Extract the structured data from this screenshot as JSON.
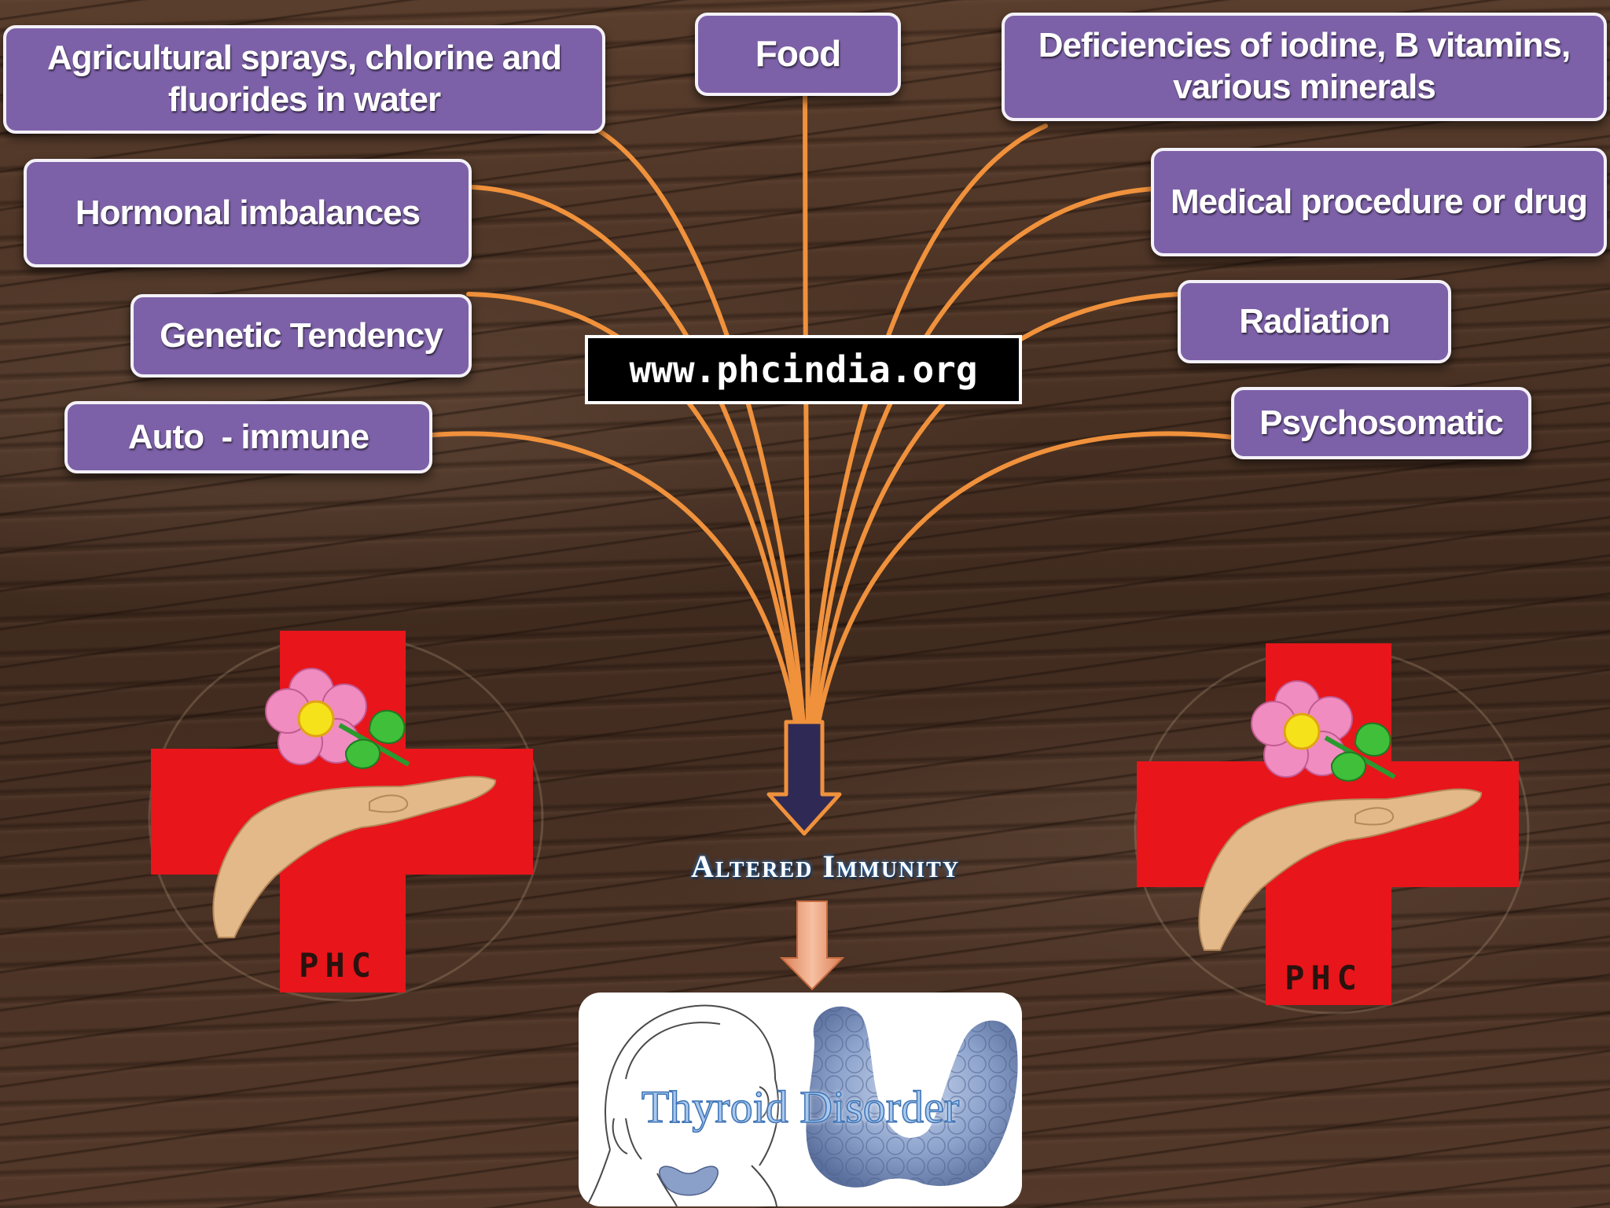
{
  "causes": [
    {
      "id": "agri",
      "label": "Agricultural sprays, chlorine and fluorides in water"
    },
    {
      "id": "food",
      "label": "Food"
    },
    {
      "id": "deficiency",
      "label": "Deficiencies of iodine, B vitamins, various minerals"
    },
    {
      "id": "hormonal",
      "label": "Hormonal imbalances"
    },
    {
      "id": "medical",
      "label": "Medical procedure or drug"
    },
    {
      "id": "genetic",
      "label": "Genetic Tendency"
    },
    {
      "id": "radiation",
      "label": "Radiation"
    },
    {
      "id": "autoimmune",
      "label": "Auto  - immune"
    },
    {
      "id": "psychosomatic",
      "label": "Psychosomatic"
    }
  ],
  "watermark": "www.phcindia.org",
  "altered_immunity": "Altered Immunity",
  "outcome": "Thyroid Disorder",
  "logo_text": "PHC",
  "colors": {
    "box_fill": "#7d61a8",
    "box_border": "#f4f1f8",
    "connector": "#f0913c",
    "cross": "#e8151b",
    "arrow_fill": "#2e2a55",
    "arrow_outline": "#f0913c",
    "arrow2": "#f2a27a"
  },
  "icons": [
    "red-cross-logo",
    "pink-flower-icon",
    "hand-icon",
    "thyroid-gland-image",
    "neck-sketch-image"
  ]
}
